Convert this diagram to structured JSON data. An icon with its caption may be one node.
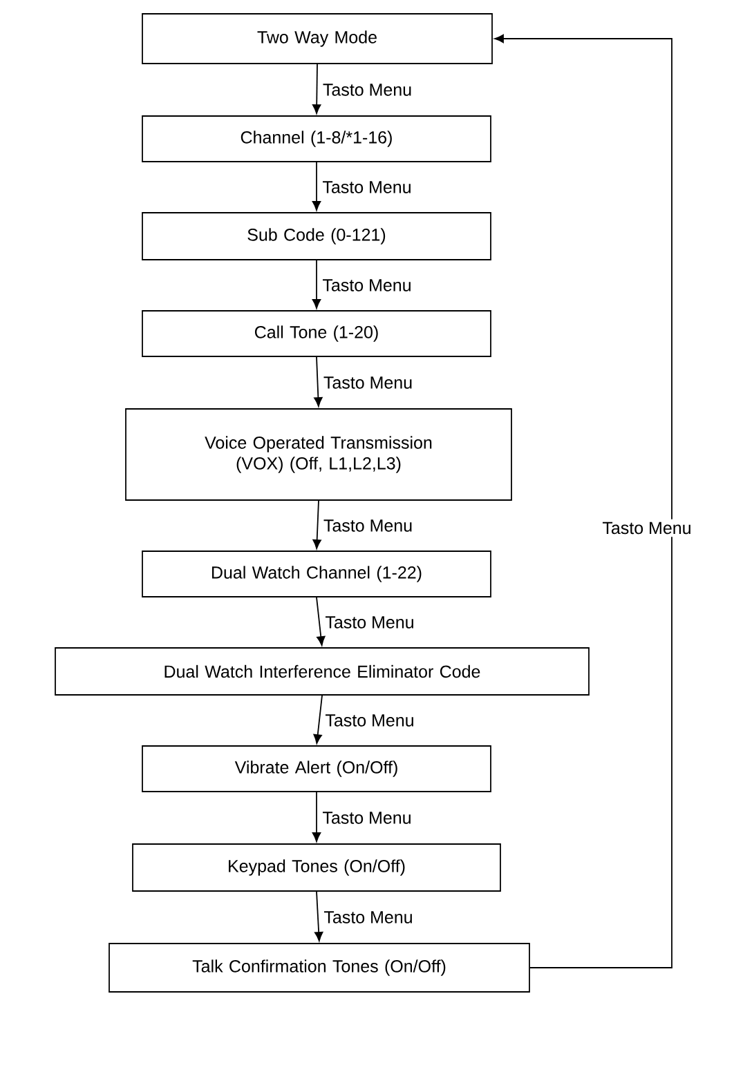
{
  "diagram": {
    "nodes": [
      {
        "text": [
          "Two Way Mode"
        ]
      },
      {
        "text": [
          "Channel (1-8/*1-16)"
        ]
      },
      {
        "text": [
          "Sub Code (0-121)"
        ]
      },
      {
        "text": [
          "Call Tone (1-20)"
        ]
      },
      {
        "text": [
          "Voice Operated Transmission (VOX) (Off, L1,L2,L3)"
        ]
      },
      {
        "text": [
          "Dual Watch Channel (1-22)"
        ]
      },
      {
        "text": [
          "Dual Watch Interference Eliminator Code"
        ]
      },
      {
        "text": [
          "Vibrate Alert (On/Off)"
        ]
      },
      {
        "text": [
          "Keypad Tones (On/Off)"
        ]
      },
      {
        "text": [
          "Talk Confirmation Tones (On/Off)"
        ]
      }
    ],
    "edges": [
      {
        "from": 0,
        "to": 1,
        "arrow": "to",
        "label": "Tasto Menu"
      },
      {
        "from": 1,
        "to": 2,
        "arrow": "to",
        "label": "Tasto Menu"
      },
      {
        "from": 2,
        "to": 3,
        "arrow": "to",
        "label": "Tasto Menu"
      },
      {
        "from": 3,
        "to": 4,
        "arrow": "to",
        "label": "Tasto Menu"
      },
      {
        "from": 4,
        "to": 5,
        "arrow": "to",
        "label": "Tasto Menu"
      },
      {
        "from": 5,
        "to": 6,
        "arrow": "to",
        "label": "Tasto Menu"
      },
      {
        "from": 6,
        "to": 7,
        "arrow": "to",
        "label": "Tasto Menu"
      },
      {
        "from": 7,
        "to": 8,
        "arrow": "to",
        "label": "Tasto Menu"
      },
      {
        "from": 8,
        "to": 9,
        "arrow": "to",
        "label": "Tasto Menu"
      },
      {
        "from": 9,
        "to": 0,
        "arrow": "to",
        "label": "Tasto Menu"
      }
    ]
  }
}
